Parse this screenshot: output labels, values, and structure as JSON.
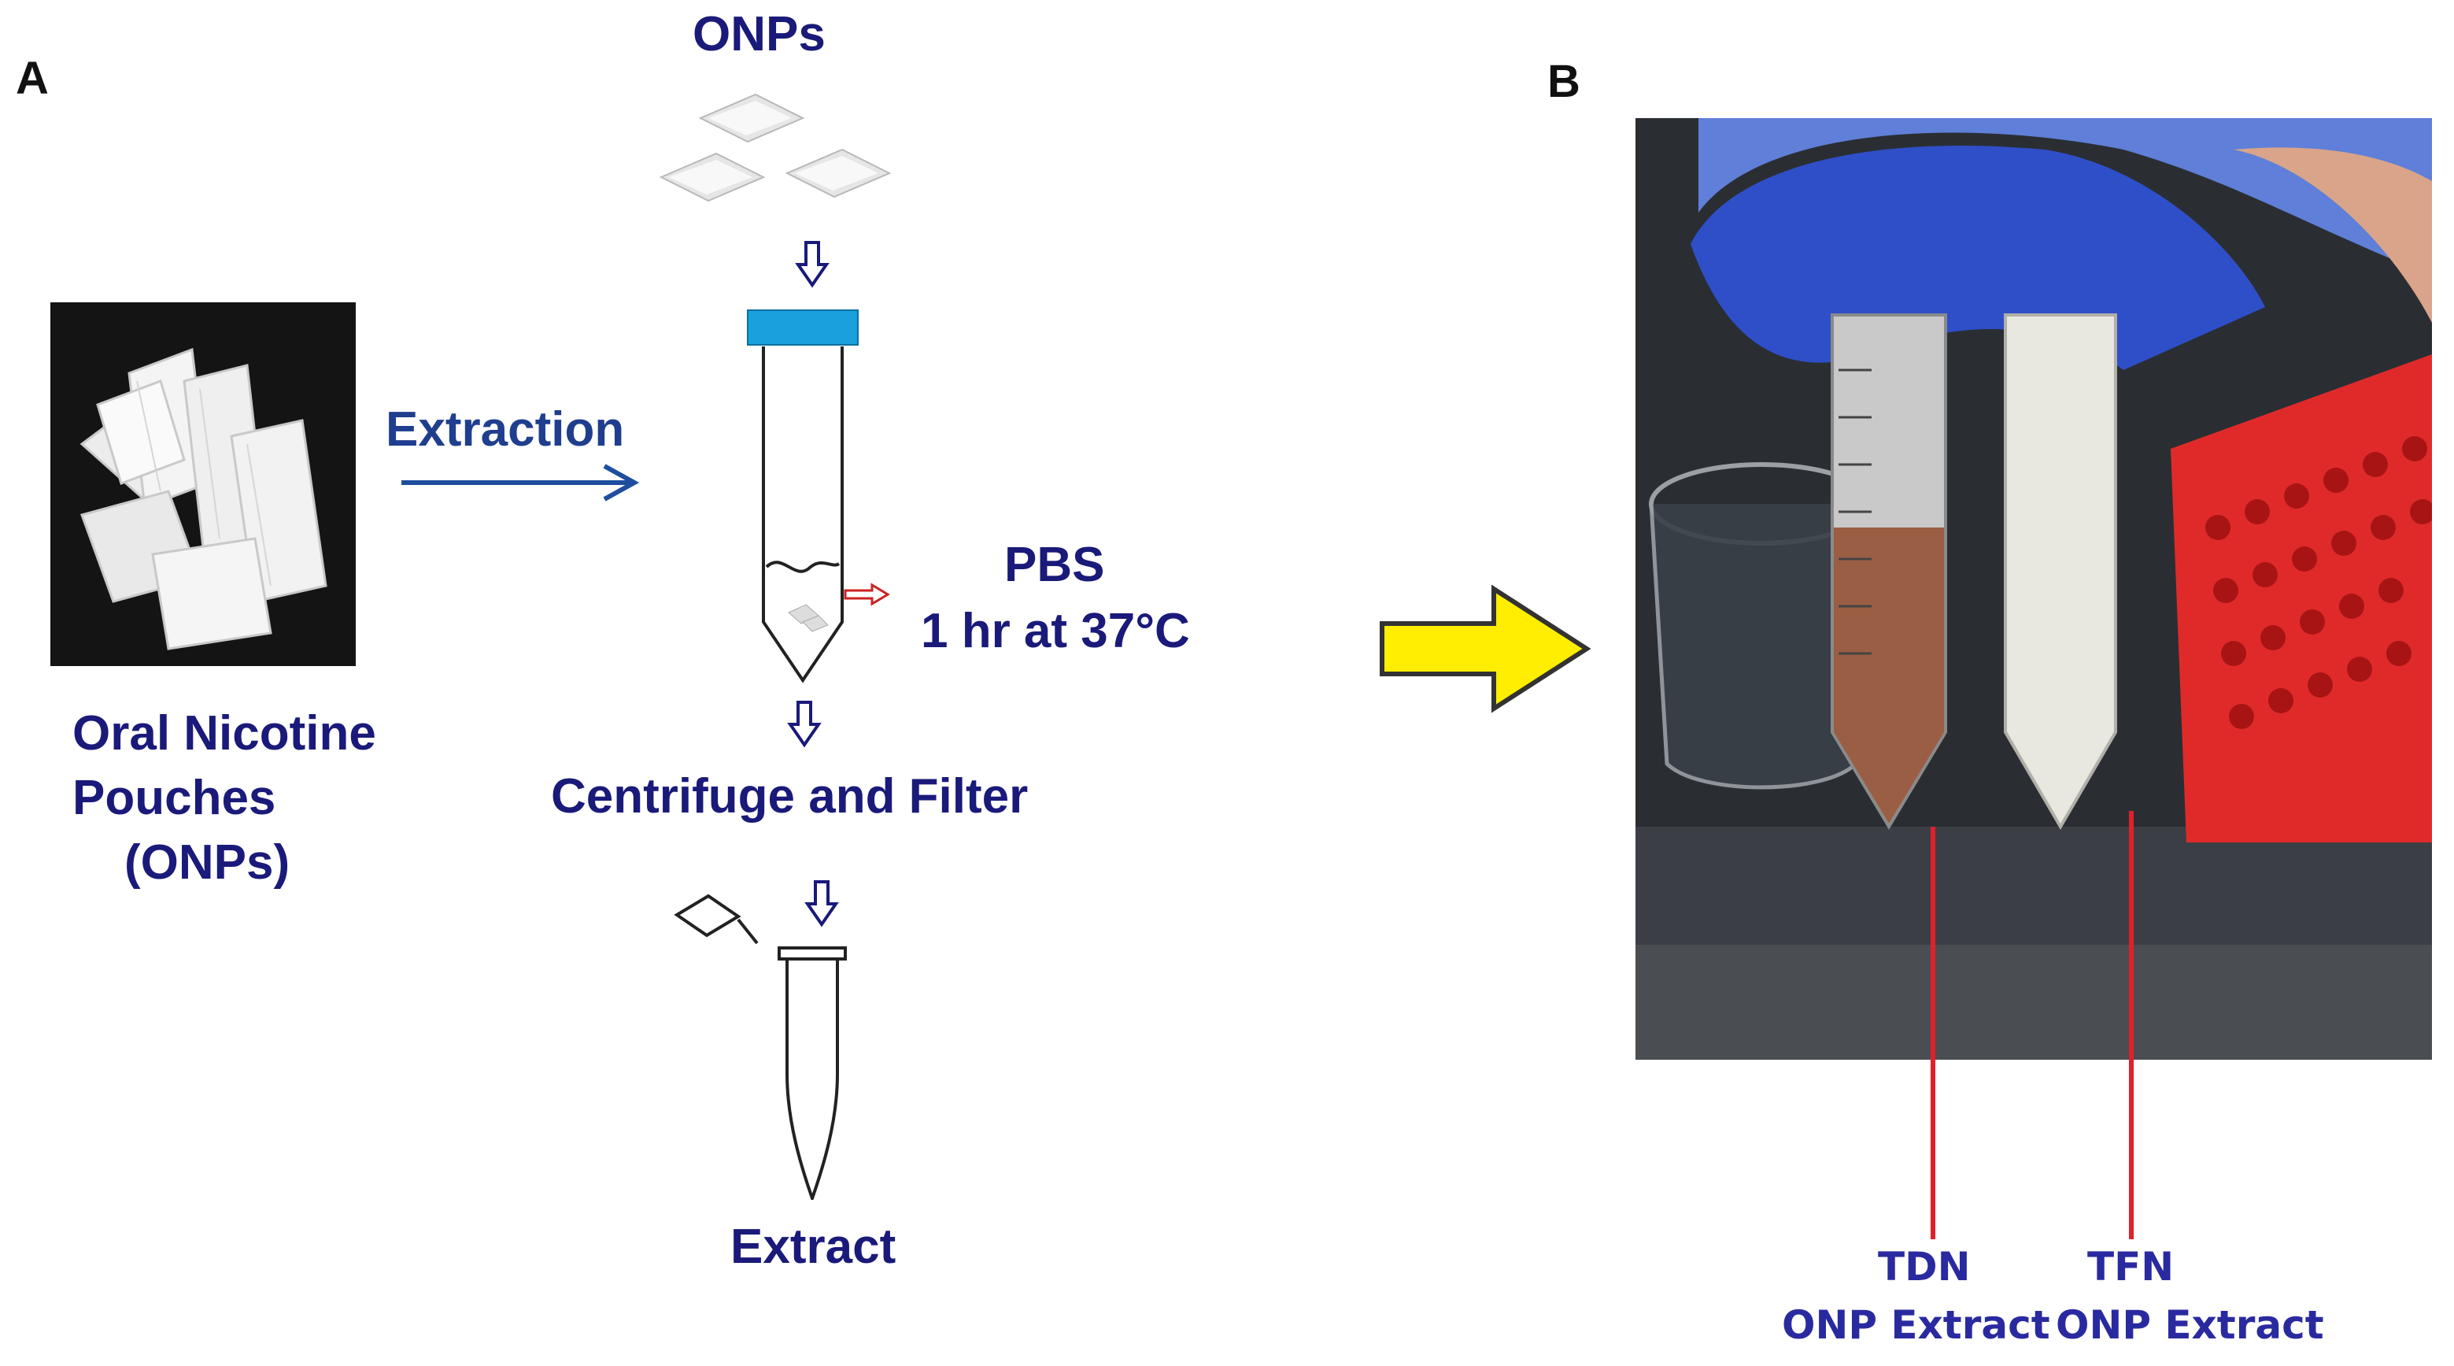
{
  "panel_a": {
    "letter": "A",
    "onps_title": "ONPs",
    "extraction_label": "Extraction",
    "pouches_label_line1": "Oral Nicotine",
    "pouches_label_line2": "Pouches",
    "pouches_label_line3": "(ONPs)",
    "pbs_label": "PBS",
    "incubation_label": "1 hr at 37°C",
    "centrifuge_label": "Centrifuge and Filter",
    "extract_label": "Extract"
  },
  "panel_b": {
    "letter": "B",
    "tube_left_line1": "TDN",
    "tube_left_line2": "ONP Extract",
    "tube_right_line1": "TFN",
    "tube_right_line2": "ONP Extract"
  },
  "colors": {
    "label_navy": "#1a1a7a",
    "arrow_blue": "#1f4e9e",
    "tube_cap": "#1aa0dc",
    "yellow_arrow": "#ffee00",
    "red_line": "#e0202a"
  }
}
